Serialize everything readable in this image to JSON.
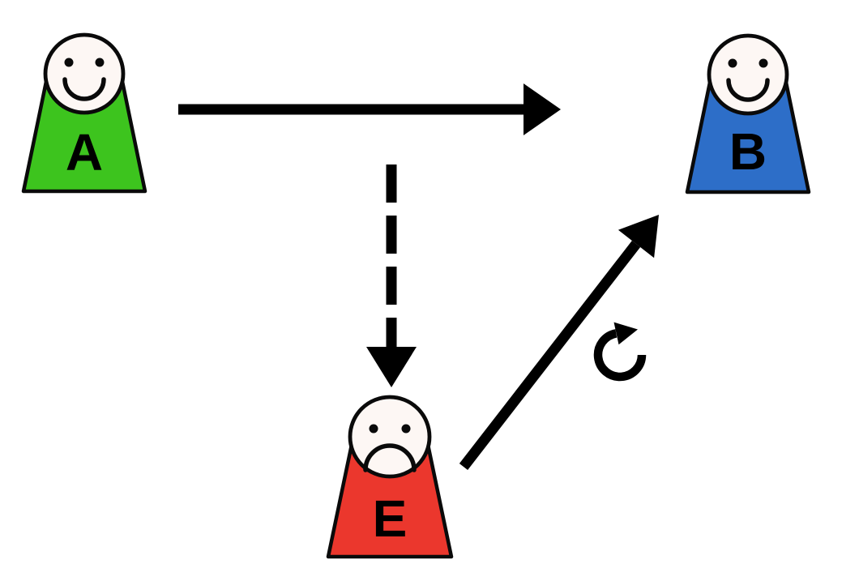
{
  "diagram": {
    "background_color": "#ffffff",
    "line_color": "#000000",
    "persons": [
      {
        "label": "A",
        "mood": "happy",
        "shirt_color": "#3dc41e",
        "face_color": "#fdf7f4",
        "outline_color": "#0a0a0a"
      },
      {
        "label": "B",
        "mood": "happy",
        "shirt_color": "#2d6ec8",
        "face_color": "#fdf7f4",
        "outline_color": "#0a0a0a"
      },
      {
        "label": "E",
        "mood": "sad",
        "shirt_color": "#eb372d",
        "face_color": "#fdf7f4",
        "outline_color": "#0a0a0a"
      }
    ],
    "arrows": [
      {
        "style": "solid",
        "direction": "right",
        "from": "A",
        "to": "B",
        "color": "#000000"
      },
      {
        "style": "dashed",
        "direction": "down",
        "to": "E",
        "color": "#000000"
      },
      {
        "style": "solid",
        "direction": "up-right",
        "from": "E",
        "to": "B",
        "color": "#000000"
      }
    ],
    "icons": [
      {
        "name": "clockwise-arrow-icon",
        "glyph": "↻",
        "color": "#000000"
      }
    ]
  }
}
